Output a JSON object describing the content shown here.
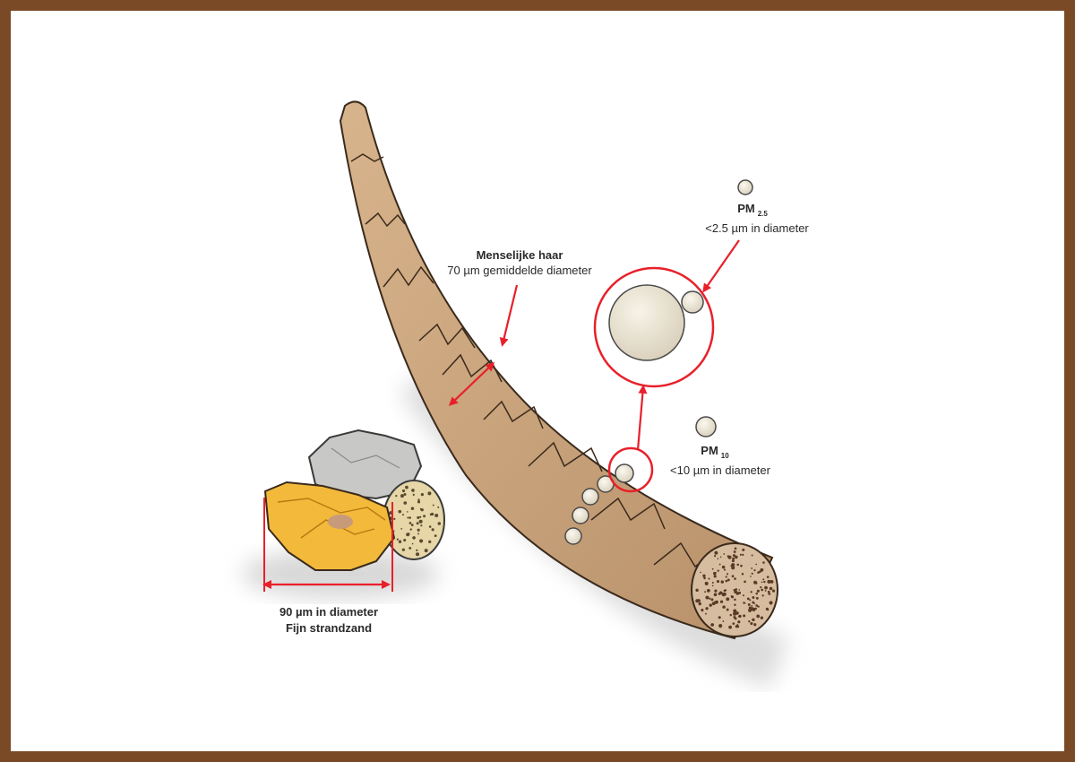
{
  "hair": {
    "title": "Menselijke haar",
    "subtitle": "70 µm gemiddelde diameter"
  },
  "pm25": {
    "name": "PM",
    "subscript": "2.5",
    "description": "<2.5  µm in diameter"
  },
  "pm10": {
    "name": "PM",
    "subscript": "10",
    "description": "<10  µm in diameter"
  },
  "sand": {
    "line1": "90 µm in diameter",
    "line2": "Fijn strandzand"
  },
  "colors": {
    "frame": "#7a4a26",
    "hair": "#c9a27a",
    "arrow": "#e8202a",
    "particle": "#efe9da"
  }
}
